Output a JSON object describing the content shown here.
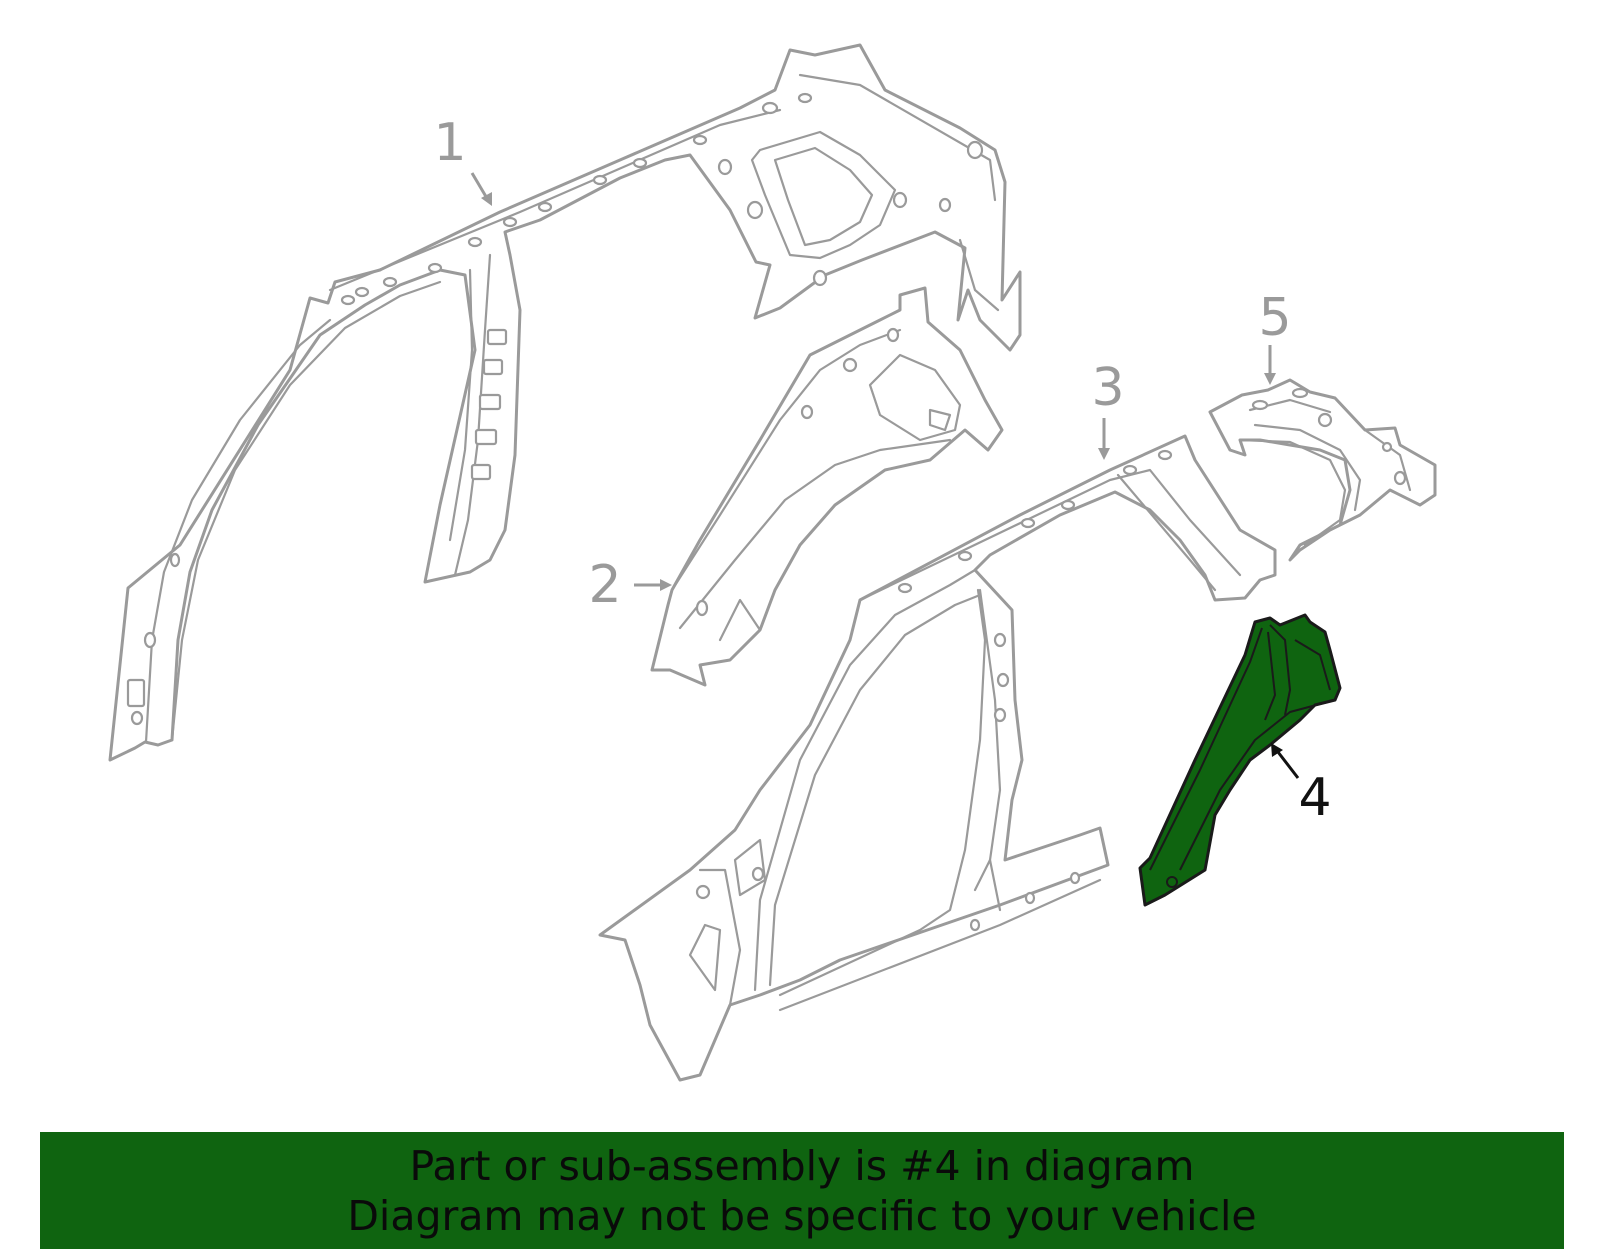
{
  "callouts": [
    {
      "number": "1"
    },
    {
      "number": "2"
    },
    {
      "number": "3"
    },
    {
      "number": "4"
    },
    {
      "number": "5"
    }
  ],
  "highlighted_part": "4",
  "colors": {
    "highlight": "#0f6410",
    "line_art": "#9a9a9a",
    "active_text": "#111111",
    "banner": "#0f6410"
  },
  "banner": {
    "line1": "Part or sub-assembly is #4 in diagram",
    "line2": "Diagram may not be specific to your vehicle"
  }
}
